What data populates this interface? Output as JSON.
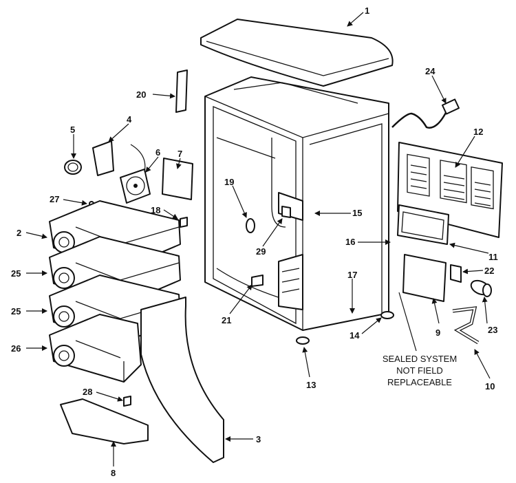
{
  "diagram": {
    "callouts": [
      "1",
      "2",
      "3",
      "4",
      "5",
      "6",
      "7",
      "8",
      "9",
      "10",
      "11",
      "12",
      "13",
      "14",
      "15",
      "16",
      "17",
      "18",
      "19",
      "20",
      "21",
      "22",
      "23",
      "24",
      "25",
      "25",
      "26",
      "27",
      "28",
      "29"
    ],
    "note": [
      "SEALED SYSTEM",
      "NOT FIELD",
      "REPLACEABLE"
    ]
  }
}
